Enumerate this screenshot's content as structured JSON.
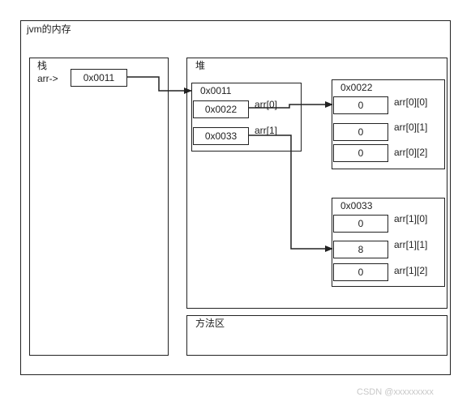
{
  "title": "jvm的内存",
  "stack": {
    "title": "栈",
    "ref_label": "arr->",
    "ref_value": "0x0011"
  },
  "heap": {
    "title": "堆",
    "outer_array": {
      "address": "0x0011",
      "slots": [
        {
          "value": "0x0022",
          "label": "arr[0]"
        },
        {
          "value": "0x0033",
          "label": "arr[1]"
        }
      ]
    },
    "inner_arrays": [
      {
        "address": "0x0022",
        "cells": [
          {
            "value": "0",
            "label": "arr[0][0]"
          },
          {
            "value": "0",
            "label": "arr[0][1]"
          },
          {
            "value": "0",
            "label": "arr[0][2]"
          }
        ]
      },
      {
        "address": "0x0033",
        "cells": [
          {
            "value": "0",
            "label": "arr[1][0]"
          },
          {
            "value": "8",
            "label": "arr[1][1]"
          },
          {
            "value": "0",
            "label": "arr[1][2]"
          }
        ]
      }
    ]
  },
  "method_area": {
    "title": "方法区"
  },
  "watermark": "CSDN @xxxxxxxxx"
}
